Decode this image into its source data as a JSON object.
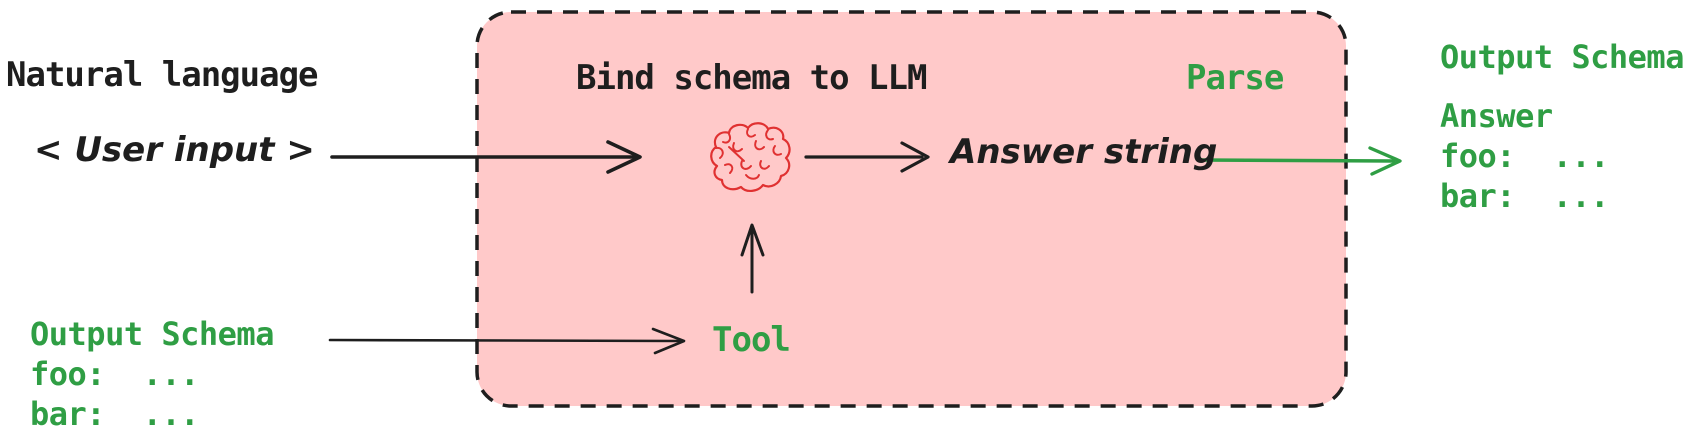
{
  "labels": {
    "natural_language": "Natural language",
    "user_input": "< User input >",
    "bind_schema": "Bind schema to LLM",
    "parse": "Parse",
    "answer_string": "Answer string",
    "tool": "Tool"
  },
  "left_schema": {
    "title": "Output Schema",
    "fields": [
      "foo:  ...",
      "bar:  ..."
    ]
  },
  "right_schema": {
    "title": "Output Schema",
    "name": "Answer",
    "fields": [
      "foo:  ...",
      "bar:  ..."
    ]
  },
  "icons": {
    "brain": "brain-icon"
  },
  "colors": {
    "ink": "#1e1e1e",
    "green": "#2f9e44",
    "red": "#e03131",
    "pink_fill": "#ffc9c9"
  }
}
